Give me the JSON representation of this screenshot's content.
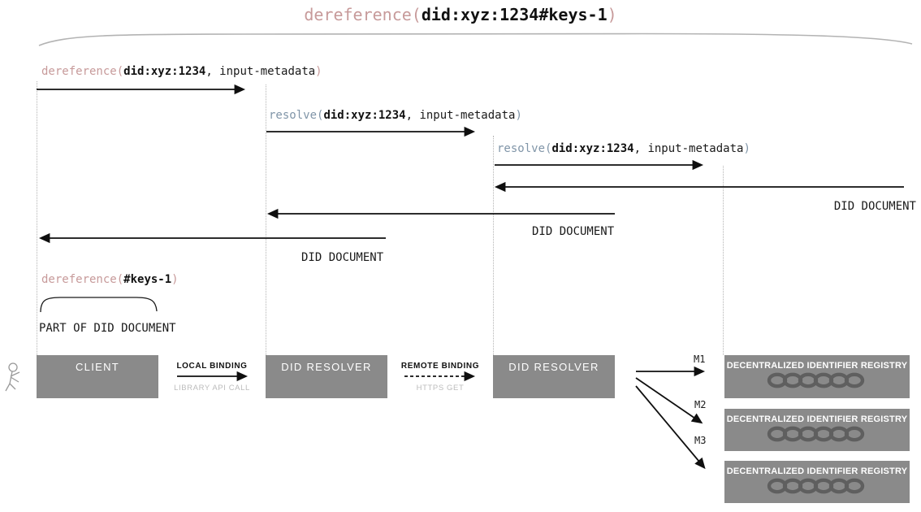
{
  "title": {
    "fn_open": "dereference(",
    "argument": "did:xyz:1234#keys-1",
    "close": ")"
  },
  "messages": {
    "dereference_call": {
      "fn_open": "dereference(",
      "argument": "did:xyz:1234",
      "params": ", input-metadata",
      "close": ")"
    },
    "resolve_call_local": {
      "fn_open": "resolve(",
      "argument": "did:xyz:1234",
      "params": ", input-metadata",
      "close": ")"
    },
    "resolve_call_remote": {
      "fn_open": "resolve(",
      "argument": "did:xyz:1234",
      "params": ", input-metadata",
      "close": ")"
    },
    "return_registry": "DID DOCUMENT",
    "return_remote": "DID DOCUMENT",
    "return_local": "DID DOCUMENT",
    "self_call": {
      "fn_open": "dereference(",
      "argument": "#keys-1",
      "close": ")"
    },
    "self_result": "PART OF DID DOCUMENT"
  },
  "actors": {
    "client": "CLIENT",
    "resolver_local": "DID RESOLVER",
    "resolver_remote": "DID RESOLVER",
    "registries": [
      "DECENTRALIZED IDENTIFIER REGISTRY",
      "DECENTRALIZED IDENTIFIER REGISTRY",
      "DECENTRALIZED IDENTIFIER REGISTRY"
    ]
  },
  "bindings": {
    "local": {
      "label": "LOCAL BINDING",
      "sublabel": "LIBRARY API CALL"
    },
    "remote": {
      "label": "REMOTE BINDING",
      "sublabel": "HTTPS GET"
    }
  },
  "method_labels": [
    "M1",
    "M2",
    "M3"
  ],
  "icons": {
    "actor": "stick-figure-icon",
    "registry": "chain-links-icon"
  },
  "colors": {
    "dereference_name": "#c79a9a",
    "resolve_name": "#8095a8",
    "actor_box": "#8a8a8a",
    "chain_icon": "#5f5f5f",
    "muted_label": "#bcbcbc",
    "lifeline": "#b4b4b4",
    "arrow": "#0f0f0f",
    "top_arc": "#b3b3b3"
  }
}
